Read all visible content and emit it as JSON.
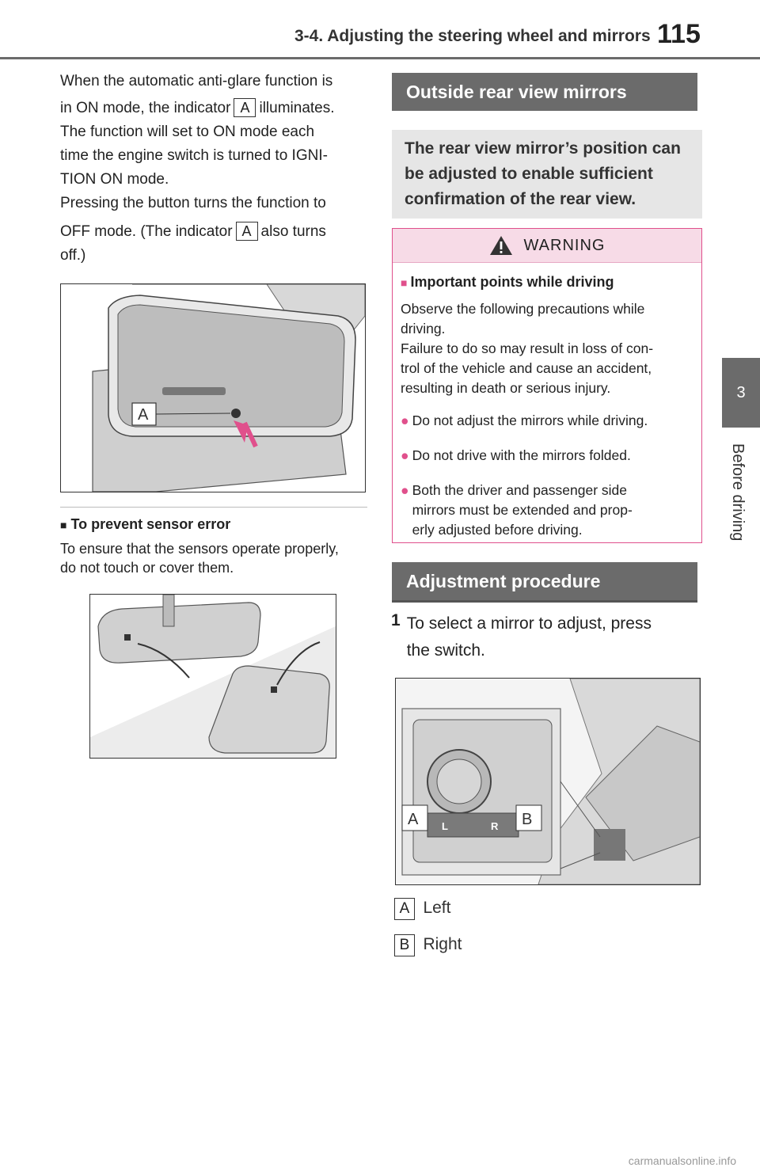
{
  "header": {
    "section_title": "3-4. Adjusting the steering wheel and mirrors",
    "page_number": "115",
    "chapter_number": "3",
    "chapter_label": "Before driving"
  },
  "left": {
    "para1_line1": "When the automatic anti-glare function is",
    "para1_line2a": "in ON mode, the indicator",
    "para1_line2b": "illuminates.",
    "para1_line3": "The function will set to ON mode each",
    "para1_line4": "time the engine switch is turned to IGNI-",
    "para1_line5": "TION ON mode.",
    "para2_line1": "Pressing the button turns the function to",
    "para2_line2a": "OFF mode. (The indicator",
    "para2_line2b": "also turns",
    "para2_line3": "off.)",
    "indicator_key": "A",
    "figure1_callout": "A",
    "note_heading": "To prevent sensor error",
    "note_text_line1": "To ensure that the sensors operate properly,",
    "note_text_line2": "do not touch or cover them."
  },
  "right": {
    "section1_title": "Outside rear view mirrors",
    "intro_line1": "The rear view mirror’s position can",
    "intro_line2": "be adjusted to enable sufficient",
    "intro_line3": "confirmation of the rear view.",
    "warning": {
      "title": "WARNING",
      "subheading": "Important points while driving",
      "body_line1": "Observe the following precautions while",
      "body_line2": "driving.",
      "body_line3": "Failure to do so may result in loss of con-",
      "body_line4": "trol of the vehicle and cause an accident,",
      "body_line5": "resulting in death or serious injury.",
      "bullet1": "Do not adjust the mirrors while driving.",
      "bullet2": "Do not drive with the mirrors folded.",
      "bullet3_line1": "Both the driver and passenger side",
      "bullet3_line2": "mirrors must be extended and prop-",
      "bullet3_line3": "erly adjusted before driving."
    },
    "section2_title": "Adjustment procedure",
    "step1_number": "1",
    "step1_line1": "To select a mirror to adjust, press",
    "step1_line2": "the switch.",
    "figure3_switch_left": "L",
    "figure3_switch_right": "R",
    "figure3_callout_a": "A",
    "figure3_callout_b": "B",
    "legend": [
      {
        "key": "A",
        "label": "Left"
      },
      {
        "key": "B",
        "label": "Right"
      }
    ]
  },
  "footer": "carmanualsonline.info",
  "colors": {
    "header_bar": "#6b6b6b",
    "warning_accent": "#e0508c",
    "warning_fill": "#f7dbe7",
    "intro_fill": "#e6e6e6"
  }
}
